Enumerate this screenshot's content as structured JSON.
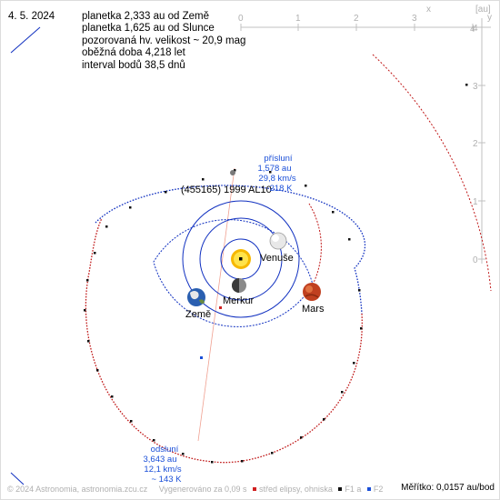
{
  "header": {
    "date": "4. 5. 2024",
    "info": [
      "planetka 2,333 au od Země",
      "planetka 1,625 au od Slunce",
      "pozorovaná hv. velikost ~ 20,9 mag",
      "oběžná doba 4,218 let",
      "interval bodů 38,5 dnů"
    ]
  },
  "axes": {
    "x_unit": "x",
    "y_unit": "y",
    "au_unit": "[au]",
    "x_ticks": [
      "0",
      "1",
      "2",
      "3",
      "4"
    ],
    "y_ticks": [
      "4",
      "3",
      "2",
      "1",
      "0"
    ]
  },
  "asteroid": {
    "name": "(455165) 1999 AL10"
  },
  "bodies": {
    "venus": "Venuše",
    "mercury": "Merkur",
    "earth": "Země",
    "mars": "Mars"
  },
  "perihelion": {
    "title": "přísluní",
    "distance": "1,578 au",
    "speed": "29,8 km/s",
    "temperature": "218 K"
  },
  "aphelion": {
    "title": "odsluní",
    "distance": "3,643 au",
    "speed": "12,1 km/s",
    "temperature": "~ 143 K"
  },
  "footer": {
    "copyright": "© 2024 Astronomia, astronomia.zcu.cz",
    "generated": "Vygenerováno za 0,09 s",
    "center_label": "střed elipsy, ohniska",
    "f1_label": "F1 a",
    "f2_label": "F2",
    "scale": "Měřítko: 0,0157 au/bod"
  },
  "colors": {
    "orbit_blue": "#1030c0",
    "orbit_red": "#c01818",
    "axis_gray": "#b8b8b8",
    "apsis_line": "#f0a090",
    "label_blue": "#1a4fd8"
  }
}
